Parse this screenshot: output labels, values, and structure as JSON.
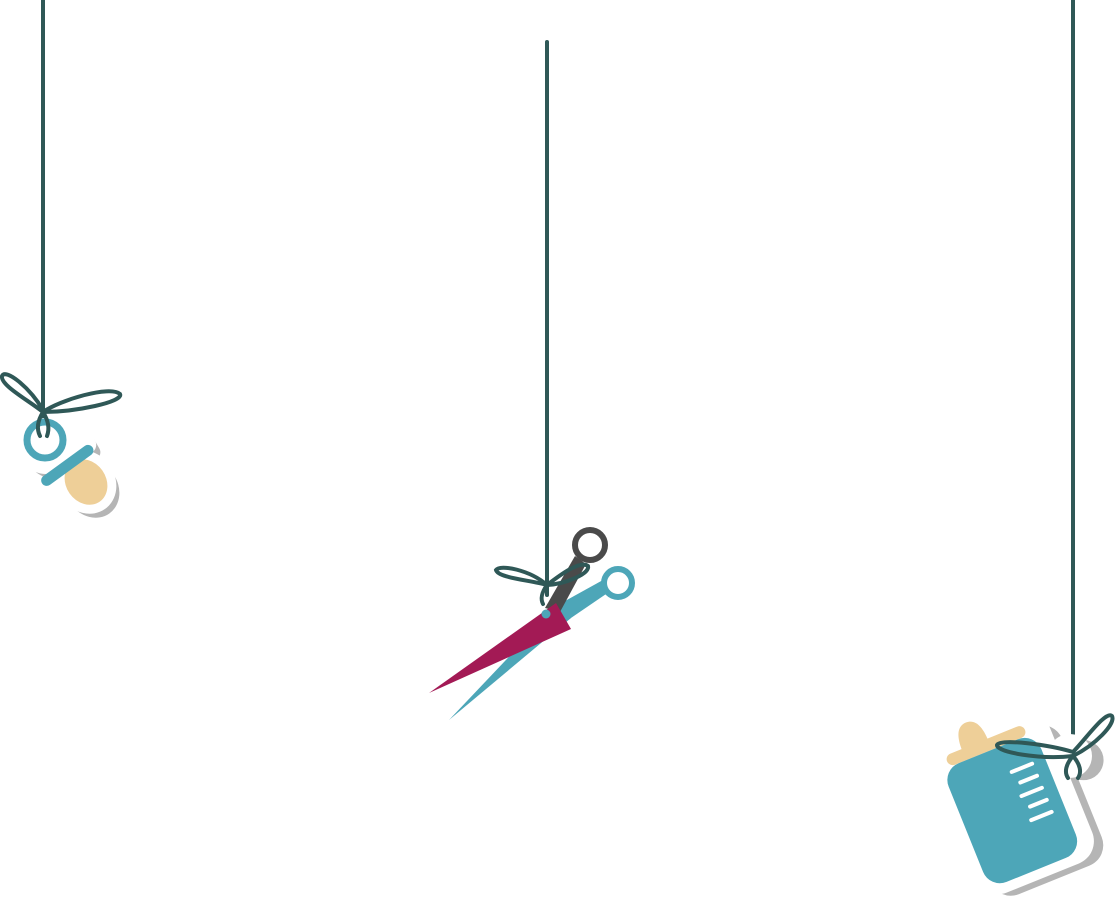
{
  "colors": {
    "background": "#ffffff",
    "string": "#2f5857",
    "teal": "#4da6b8",
    "cream": "#eecf98",
    "magenta": "#a31a55",
    "dark_grey": "#4a4a4a",
    "shadow": "#b5b5b5",
    "sticker_outline": "#ffffff",
    "bottle_marks": "#ffffff"
  },
  "decorations": [
    {
      "id": "pacifier",
      "icon": "pacifier-icon"
    },
    {
      "id": "scissors",
      "icon": "scissors-icon"
    },
    {
      "id": "baby-bottle",
      "icon": "baby-bottle-icon"
    }
  ]
}
